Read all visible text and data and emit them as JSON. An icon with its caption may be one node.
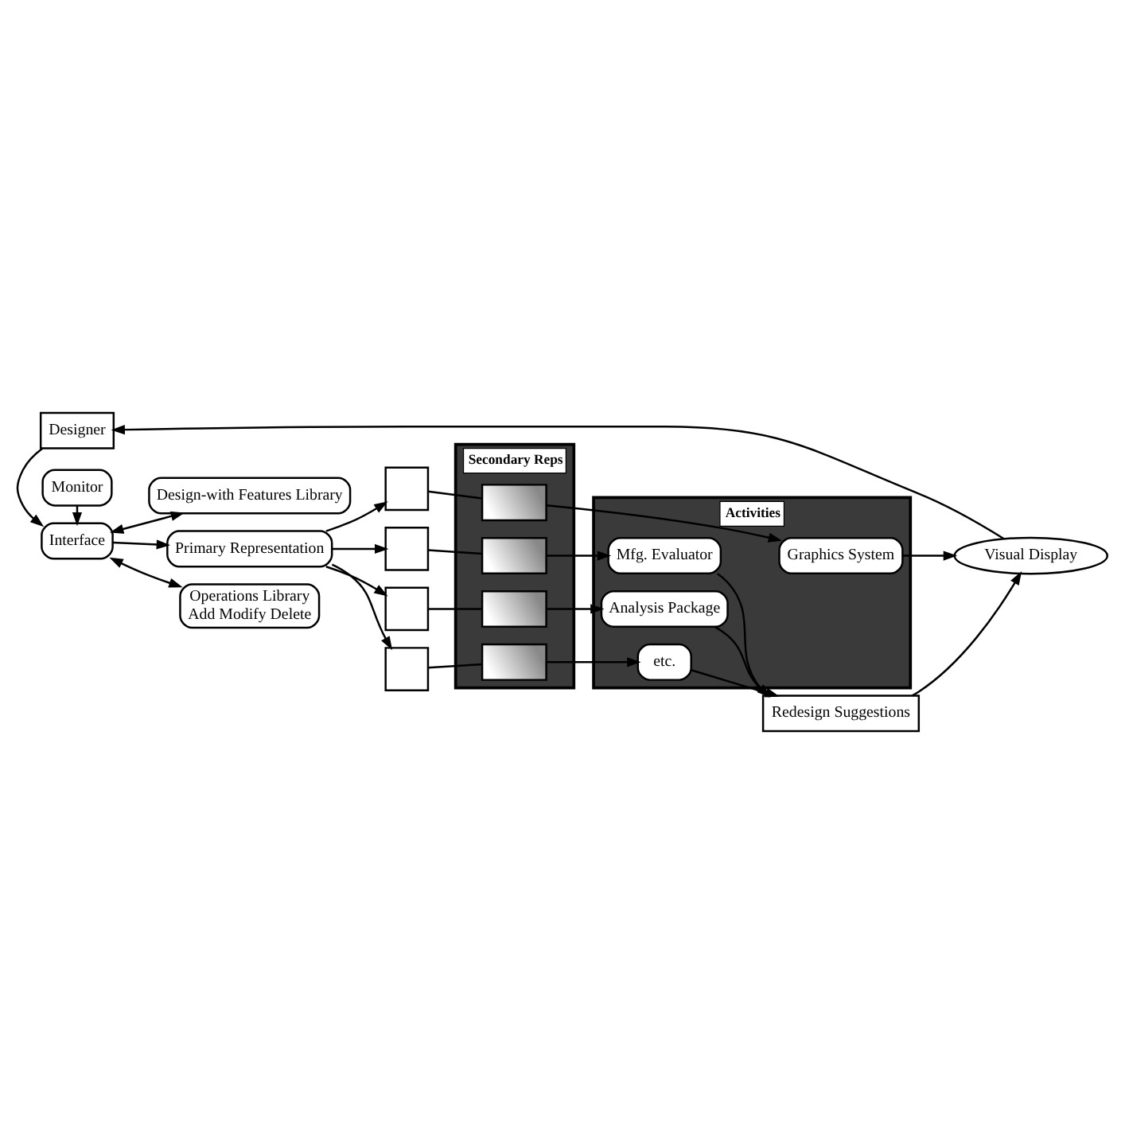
{
  "diagram": {
    "nodes": [
      {
        "text": [
          "Designer"
        ]
      },
      {
        "text": [
          "Design-with Features Library"
        ]
      },
      {
        "text": [
          "Primary Representation"
        ]
      },
      {
        "text": [
          "Interface"
        ]
      },
      {
        "text": [
          "Operations Library",
          "Add Modify Delete"
        ]
      },
      {
        "text": [
          "Monitor"
        ]
      },
      {
        "text": [
          "Secondary Reps"
        ]
      },
      {
        "text": [],
        "shape": "box",
        "in": 6
      },
      {
        "text": [],
        "shape": "box",
        "in": 6
      },
      {
        "text": [],
        "shape": "box",
        "in": 6
      },
      {
        "text": [],
        "shape": "box",
        "in": 6
      },
      {
        "text": [
          "Activities"
        ]
      },
      {
        "text": [
          "Graphics System"
        ],
        "in": 11
      },
      {
        "text": [
          "Mfg. Evaluator"
        ],
        "in": 11
      },
      {
        "text": [
          "Analysis Package"
        ],
        "in": 11
      },
      {
        "text": [
          "etc."
        ],
        "in": 11
      },
      {
        "text": [],
        "shape": "box"
      },
      {
        "text": [],
        "shape": "box"
      },
      {
        "text": [],
        "shape": "box"
      },
      {
        "text": [],
        "shape": "box"
      },
      {
        "text": [
          "Visual Display"
        ]
      },
      {
        "text": [
          "Redesign Suggestions"
        ]
      }
    ],
    "edges": [
      {
        "from": 0,
        "to": 3,
        "arrow": "to"
      },
      {
        "from": 3,
        "to": 2,
        "arrow": "to"
      },
      {
        "from": 3,
        "to": 1,
        "arrow": "both"
      },
      {
        "from": 3,
        "to": 4,
        "arrow": "both"
      },
      {
        "from": 5,
        "to": 3,
        "arrow": "to"
      },
      {
        "from": 2,
        "to": 16,
        "arrow": "to"
      },
      {
        "from": 2,
        "to": 17,
        "arrow": "to"
      },
      {
        "from": 2,
        "to": 18,
        "arrow": "to"
      },
      {
        "from": 2,
        "to": 19,
        "arrow": "to"
      },
      {
        "from": 16,
        "to": 7,
        "arrow": "none"
      },
      {
        "from": 17,
        "to": 8,
        "arrow": "none"
      },
      {
        "from": 18,
        "to": 9,
        "arrow": "none"
      },
      {
        "from": 19,
        "to": 10,
        "arrow": "none"
      },
      {
        "from": 7,
        "to": 12,
        "arrow": "to"
      },
      {
        "from": 8,
        "to": 13,
        "arrow": "to"
      },
      {
        "from": 9,
        "to": 14,
        "arrow": "to"
      },
      {
        "from": 10,
        "to": 15,
        "arrow": "to"
      },
      {
        "from": 12,
        "to": 20,
        "arrow": "to"
      },
      {
        "from": 14,
        "to": 21,
        "arrow": "to"
      },
      {
        "from": 13,
        "to": 21,
        "arrow": "to"
      },
      {
        "from": 15,
        "to": 21,
        "arrow": "to"
      },
      {
        "from": 21,
        "to": 20,
        "arrow": "to"
      },
      {
        "from": 20,
        "to": 0,
        "arrow": "to"
      }
    ]
  }
}
